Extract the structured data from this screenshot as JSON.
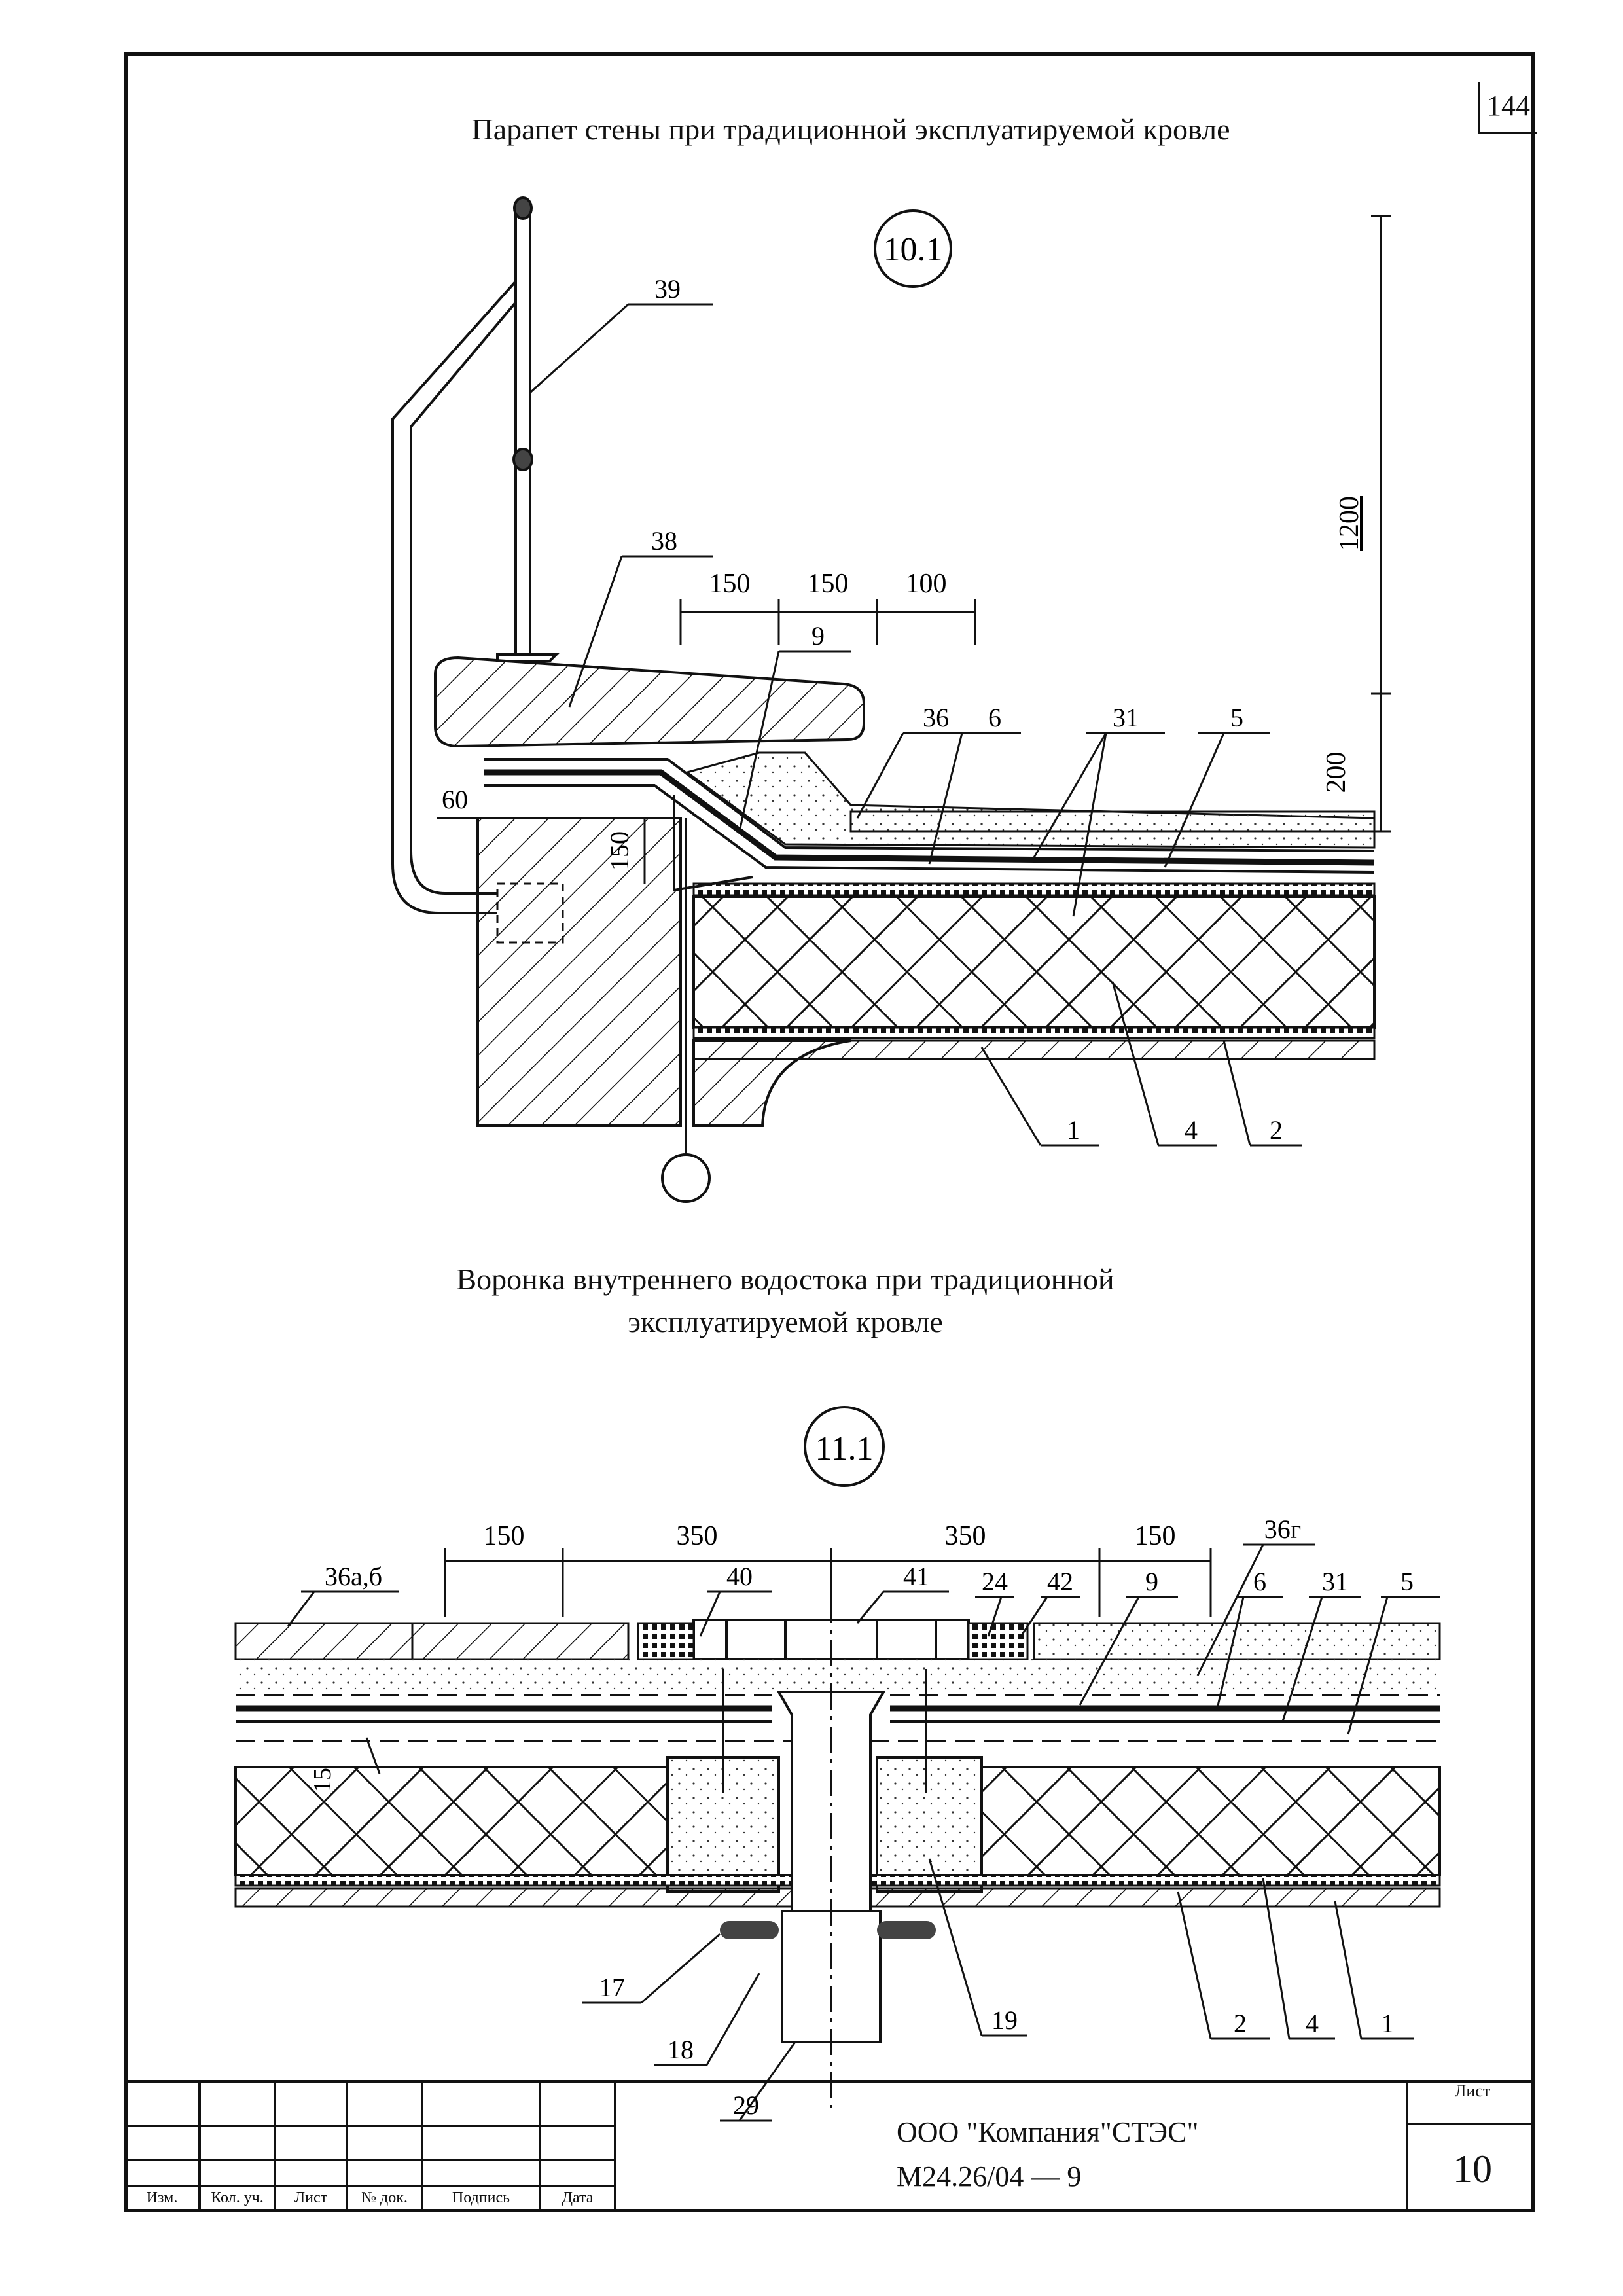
{
  "page_number": "144",
  "section1": {
    "title": "Парапет стены при традиционной эксплуатируемой кровле",
    "node_id": "10.1",
    "dims": {
      "d1": "150",
      "d2": "150",
      "d3": "100",
      "d60": "60",
      "d150v": "150",
      "d1200": "1200",
      "d200": "200"
    },
    "callouts": {
      "c39": "39",
      "c38": "38",
      "c9": "9",
      "c36": "36",
      "c6": "6",
      "c31": "31",
      "c5": "5",
      "c1": "1",
      "c4": "4",
      "c2": "2"
    }
  },
  "section2": {
    "title_line1": "Воронка внутреннего водостока при традиционной",
    "title_line2": "эксплуатируемой кровле",
    "node_id": "11.1",
    "dims": {
      "d150a": "150",
      "d350a": "350",
      "d350b": "350",
      "d150b": "150",
      "d15": "15"
    },
    "callouts": {
      "c36ab": "36а,б",
      "c40": "40",
      "c41": "41",
      "c24": "24",
      "c42": "42",
      "c9": "9",
      "c36g": "36г",
      "c6": "6",
      "c31": "31",
      "c5": "5",
      "c17": "17",
      "c18": "18",
      "c29": "29",
      "c19": "19",
      "c2": "2",
      "c4": "4",
      "c1": "1"
    }
  },
  "stamp": {
    "columns": [
      "Изм.",
      "Кол. уч.",
      "Лист",
      "№ док.",
      "Подпись",
      "Дата"
    ],
    "organization": "ООО \"Компания\"СТЭС\"",
    "document_code": "М24.26/04   —  9",
    "sheet_label": "Лист",
    "sheet_number": "10"
  }
}
